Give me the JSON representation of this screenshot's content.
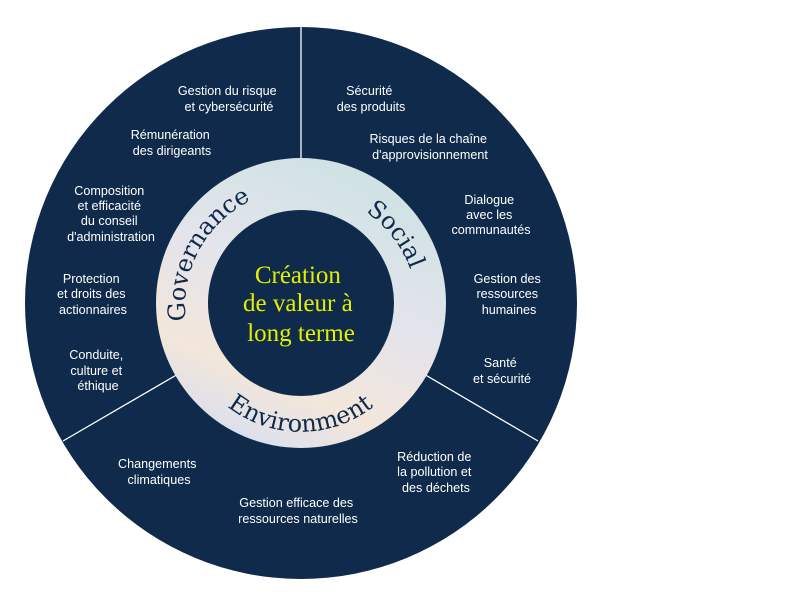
{
  "center_title": [
    "Création",
    "de valeur à",
    "long terme"
  ],
  "pillars": {
    "governance": "Governance",
    "social": "Social",
    "environment": "Environment"
  },
  "governance_items": {
    "risk_cyber": [
      "Gestion du risque",
      "et cybersécurité"
    ],
    "exec_pay": [
      "Rémunération",
      "des dirigeants"
    ],
    "board": [
      "Composition",
      "et efficacité",
      "du conseil",
      "d'administration"
    ],
    "shareholders": [
      "Protection",
      "et droits des",
      "actionnaires"
    ],
    "conduct": [
      "Conduite,",
      "culture et",
      "éthique"
    ]
  },
  "social_items": {
    "product_safety": [
      "Sécurité",
      "des produits"
    ],
    "supply_chain": [
      "Risques de la chaîne",
      "d'approvisionnement"
    ],
    "community": [
      "Dialogue",
      "avec les",
      "communautés"
    ],
    "hr": [
      "Gestion des",
      "ressources",
      "humaines"
    ],
    "health": [
      "Santé",
      "et sécurité"
    ]
  },
  "environment_items": {
    "pollution": [
      "Réduction de",
      "la pollution et",
      "des déchets"
    ],
    "resources": [
      "Gestion efficace des",
      "ressources naturelles"
    ],
    "climate": [
      "Changements",
      "climatiques"
    ]
  },
  "colors": {
    "navy": "#0f2a4a",
    "accent_yellow": "#e2f000",
    "ring_teal": "#cfe2e4",
    "ring_peach": "#f3e6da",
    "ring_lavender": "#dde0ec"
  }
}
